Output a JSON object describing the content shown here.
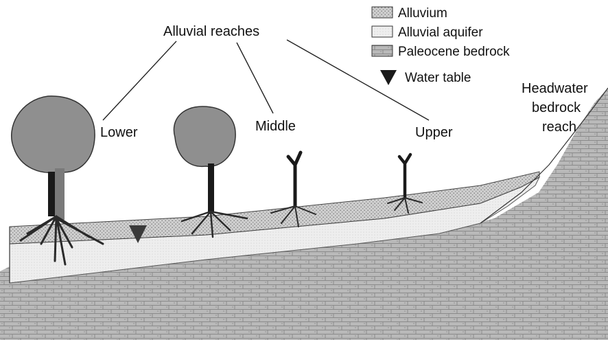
{
  "title": "Alluvial reaches",
  "reaches": {
    "lower": "Lower",
    "middle": "Middle",
    "upper": "Upper"
  },
  "headwater": {
    "line1": "Headwater",
    "line2": "bedrock",
    "line3": "reach"
  },
  "legend": {
    "alluvium": "Alluvium",
    "aquifer": "Alluvial aquifer",
    "bedrock": "Paleocene bedrock",
    "water_table": "Water table"
  },
  "colors": {
    "bedrock": "#b9b9b9",
    "alluvium": "#c9c9c9",
    "aquifer": "#ededed",
    "tree_canopy": "#8f8f8f",
    "trunk_dark": "#1a1a1a",
    "trunk_grey": "#7a7a7a",
    "water_table_marker": "#3a3a3a",
    "line": "#222222"
  },
  "icons": {
    "water_table_marker": "inverted-triangle"
  }
}
